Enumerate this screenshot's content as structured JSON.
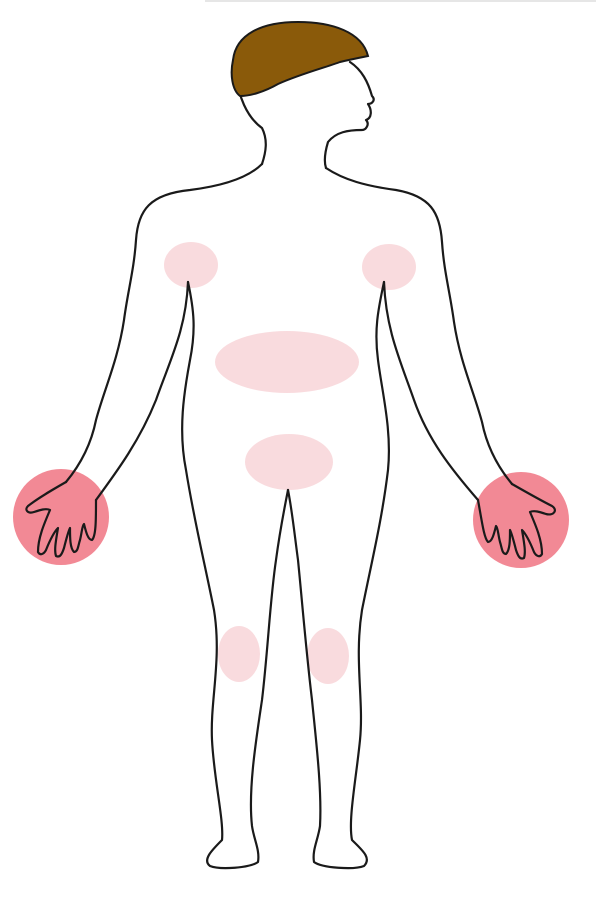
{
  "diagram": {
    "colors": {
      "background": "#ffffff",
      "outline": "#1a1a1a",
      "skin": "#ffffff",
      "hair": "#8a5a0a",
      "region_faint": "#f8d5d8",
      "region_strong": "#f17c8a"
    },
    "regions": [
      {
        "id": "left-upper-arm-region",
        "intensity": "faint"
      },
      {
        "id": "right-upper-arm-region",
        "intensity": "faint"
      },
      {
        "id": "abdomen-region",
        "intensity": "faint"
      },
      {
        "id": "groin-region",
        "intensity": "faint"
      },
      {
        "id": "left-knee-region",
        "intensity": "faint"
      },
      {
        "id": "right-knee-region",
        "intensity": "faint"
      },
      {
        "id": "left-hand-region",
        "intensity": "strong"
      },
      {
        "id": "right-hand-region",
        "intensity": "strong"
      }
    ]
  }
}
